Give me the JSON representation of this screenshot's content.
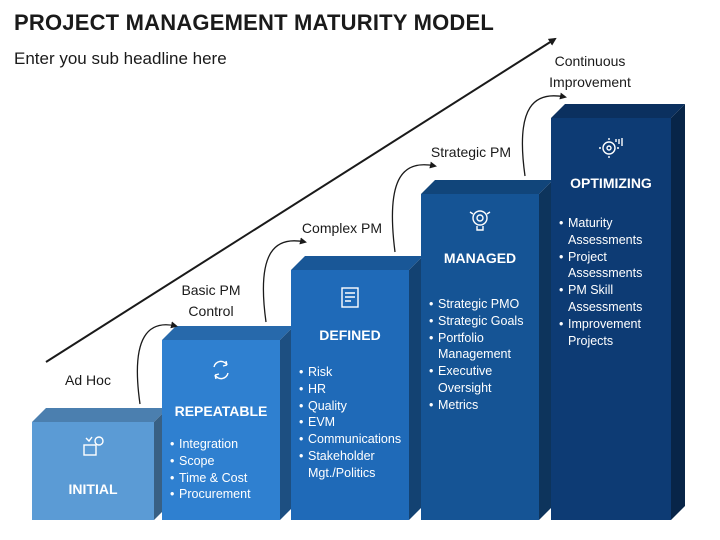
{
  "title": "PROJECT MANAGEMENT MATURITY MODEL",
  "subtitle": "Enter you sub headline here",
  "stages": [
    {
      "label": [
        "Ad Hoc"
      ],
      "title": "INITIAL",
      "icon": "idea-box-icon",
      "color": "#5b9bd5",
      "points": []
    },
    {
      "label": [
        "Basic PM",
        "Control"
      ],
      "title": "REPEATABLE",
      "icon": "cycle-arrows-icon",
      "color": "#2f80d0",
      "points": [
        "Integration",
        "Scope",
        "Time & Cost",
        "Procurement"
      ]
    },
    {
      "label": [
        "Complex PM"
      ],
      "title": "DEFINED",
      "icon": "checklist-icon",
      "color": "#1f6ab8",
      "points": [
        "Risk",
        "HR",
        "Quality",
        "EVM",
        "Communications",
        "Stakeholder Mgt./Politics"
      ]
    },
    {
      "label": [
        "Strategic PM"
      ],
      "title": "MANAGED",
      "icon": "target-bulb-icon",
      "color": "#155495",
      "points": [
        "Strategic PMO",
        "Strategic Goals",
        "Portfolio Management",
        "Executive Oversight",
        "Metrics"
      ]
    },
    {
      "label": [
        "Continuous",
        "Improvement"
      ],
      "title": "OPTIMIZING",
      "icon": "gear-chart-icon",
      "color": "#0d3b74",
      "points": [
        "Maturity Assessments",
        "Project Assessments",
        "PM Skill Assessments",
        "Improvement Projects"
      ]
    }
  ]
}
